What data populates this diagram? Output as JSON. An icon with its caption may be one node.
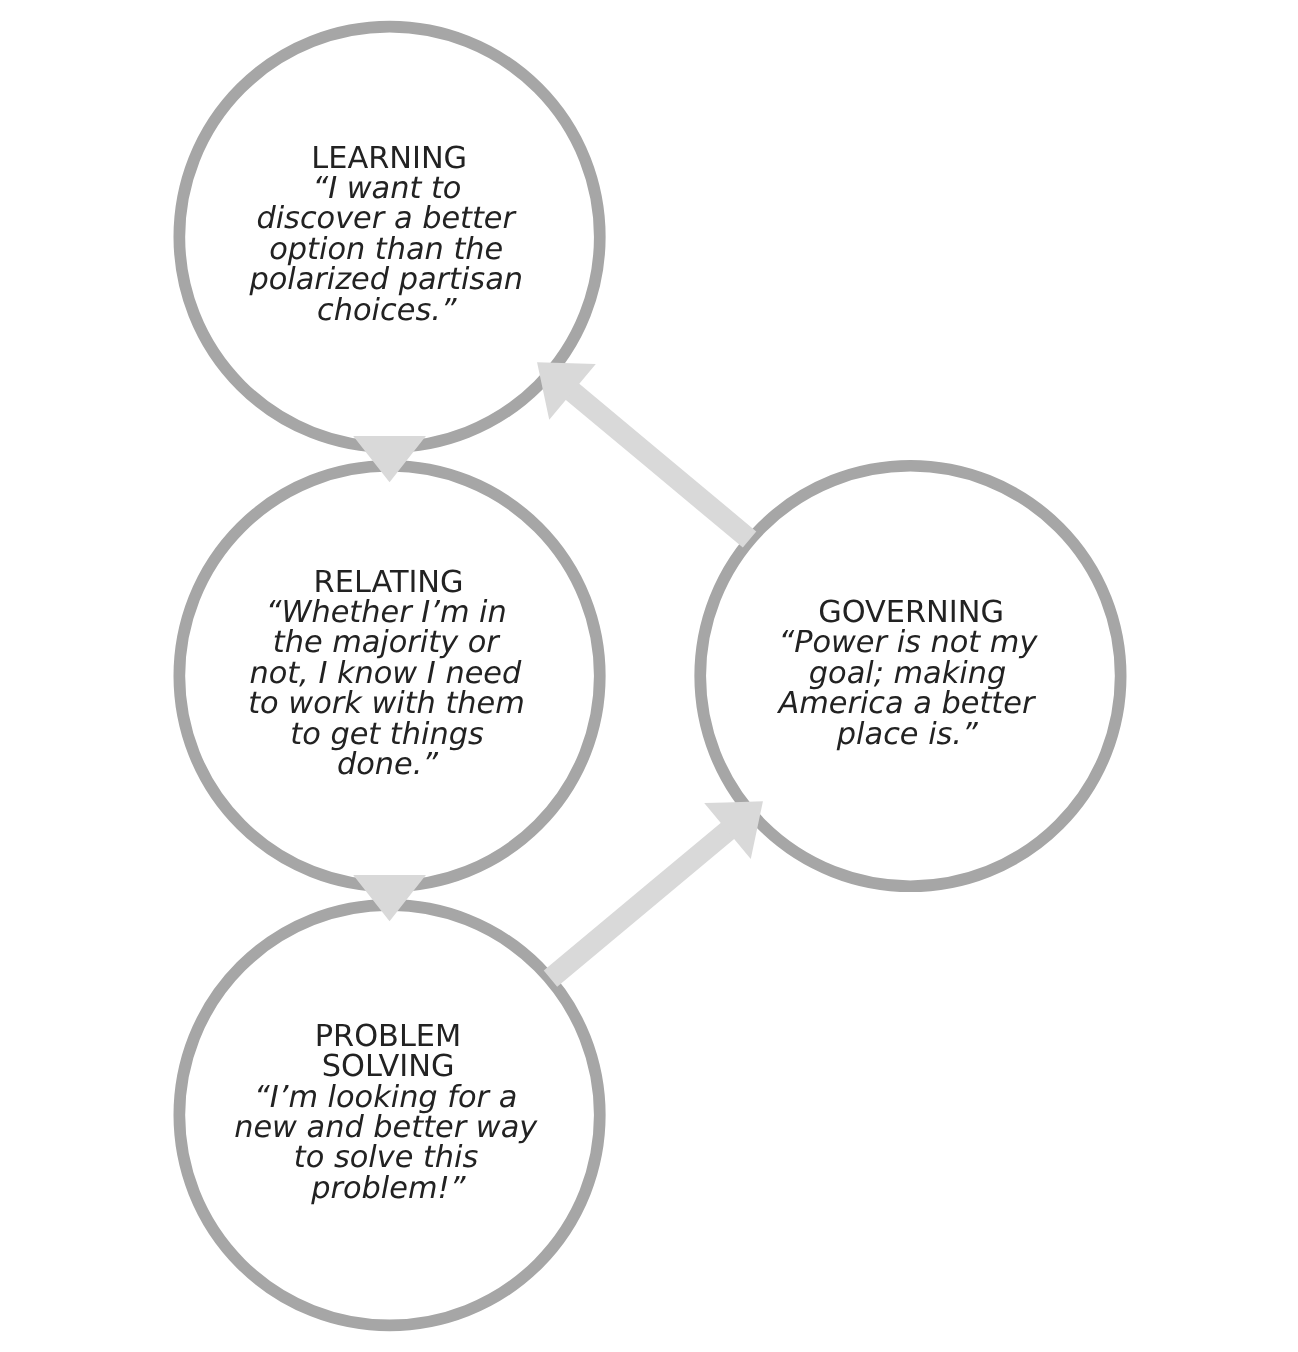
{
  "diagram": {
    "nodes": [
      {
        "text": [
          "LEARNING",
          "“I want to discover a better option than the polarized partisan choices.”"
        ]
      },
      {
        "text": [
          "RELATING",
          "“Whether I’m in the majority or not, I know I need to work with them to get things done.”"
        ]
      },
      {
        "text": [
          "PROBLEM SOLVING",
          "“I’m looking for a new and better way to solve this problem!”"
        ]
      },
      {
        "text": [
          "GOVERNING",
          "“Power is not my goal; making America a better place is.”"
        ]
      }
    ],
    "edges": [
      {
        "from": 0,
        "to": 1,
        "arrow": "to"
      },
      {
        "from": 1,
        "to": 2,
        "arrow": "to"
      },
      {
        "from": 2,
        "to": 3,
        "arrow": "to"
      },
      {
        "from": 3,
        "to": 0,
        "arrow": "to"
      }
    ]
  }
}
